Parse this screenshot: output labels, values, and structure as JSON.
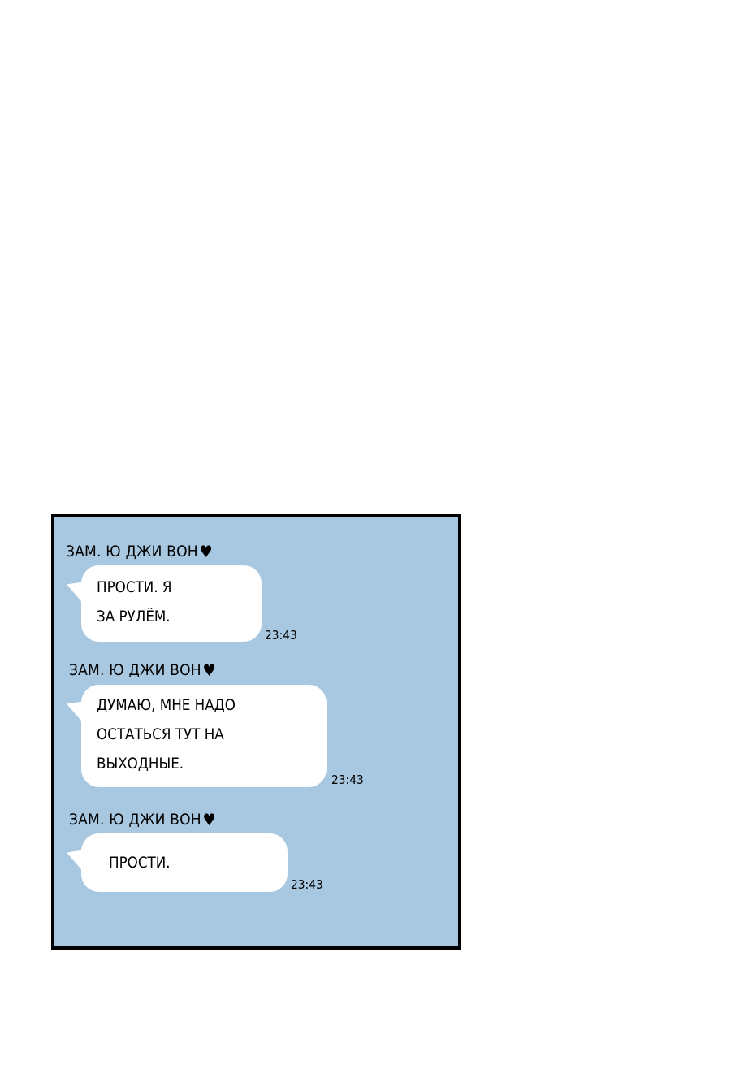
{
  "chat": {
    "messages": [
      {
        "sender": "ЗАМ. Ю ДЖИ ВОН",
        "sender_icon": "heart-icon",
        "heart": "♥",
        "lines": [
          "ПРОСТИ. Я",
          "ЗА РУЛЁМ."
        ],
        "time": "23:43"
      },
      {
        "sender": "ЗАМ. Ю ДЖИ ВОН",
        "sender_icon": "heart-icon",
        "heart": "♥",
        "lines": [
          "ДУМАЮ, МНЕ НАДО",
          "ОСТАТЬСЯ ТУТ НА",
          "ВЫХОДНЫЕ."
        ],
        "time": "23:43"
      },
      {
        "sender": "ЗАМ. Ю ДЖИ ВОН",
        "sender_icon": "heart-icon",
        "heart": "♥",
        "lines": [
          "ПРОСТИ."
        ],
        "time": "23:43"
      }
    ]
  },
  "colors": {
    "page_background": "#ffffff",
    "chat_background": "#a8c8e1",
    "bubble": "#ffffff",
    "border": "#000000",
    "text": "#000000"
  }
}
